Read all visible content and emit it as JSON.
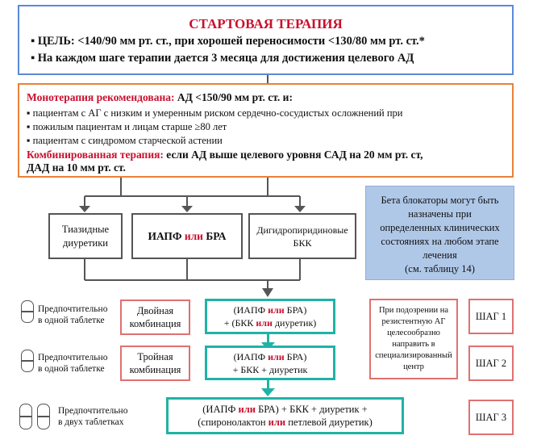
{
  "start": {
    "title": "СТАРТОВАЯ ТЕРАПИЯ",
    "goal_line": "ЦЕЛЬ: <140/90 мм рт. ст., при хорошей переносимости <130/80 мм рт. ст.*",
    "step_line": "На каждом шаге терапии дается 3 месяца для достижения целевого АД"
  },
  "indications": {
    "mono_label": "Монотерапия рекомендована:",
    "mono_condition": " АД <150/90 мм рт. ст. и:",
    "mono_items": [
      "пациентам с АГ с низким и умеренным риском сердечно-сосудистых осложнений при",
      "пожилым пациентам и лицам старше ≥80 лет",
      "пациентам с синдромом старческой астении"
    ],
    "combo_label": "Комбинированная терапия:",
    "combo_condition_1": " если АД выше целевого уровня САД на 20 мм рт. ст,",
    "combo_condition_2": "ДАД на 10 мм рт. ст."
  },
  "drug_classes": {
    "thiazide_1": "Тиазидные",
    "thiazide_2": "диуретики",
    "acei": "ИАПФ",
    "or": "или",
    "arb": "БРА",
    "dhp_1": "Дигидропиридиновые",
    "dhp_2": "БКК"
  },
  "beta_note": {
    "lines": [
      "Бета блокаторы могут быть",
      "назначены при",
      "определенных клинических",
      "состояниях на любом этапе",
      "лечения",
      "(см. таблицу 14)"
    ]
  },
  "pills": {
    "one_tablet_1": "Предпочтительно",
    "one_tablet_2": "в одной таблетке",
    "two_tablets_1": "Предпочтительно",
    "two_tablets_2": "в двух таблетках"
  },
  "combos": {
    "double_1": "Двойная",
    "double_2": "комбинация",
    "triple_1": "Тройная",
    "triple_2": "комбинация"
  },
  "regimens": {
    "s1_a": "(ИАПФ ",
    "s1_b": " БРА)",
    "s1_c": "+ (БКК ",
    "s1_d": " диуретик)",
    "s2_a": "(ИАПФ ",
    "s2_b": " БРА)",
    "s2_c": "+ БКК + диуретик",
    "s3_a": "(ИАПФ ",
    "s3_b": " БРА) + БКК + диуретик +",
    "s3_c": "(спиронолактон ",
    "s3_d": " петлевой диуретик)",
    "or": "или"
  },
  "resistant_note": {
    "lines": [
      "При подозрении на",
      "резистентную АГ",
      "целесообразно",
      "направить в",
      "специализированный",
      "центр"
    ]
  },
  "steps": {
    "step1": "ШАГ 1",
    "step2": "ШАГ 2",
    "step3": "ШАГ 3"
  }
}
